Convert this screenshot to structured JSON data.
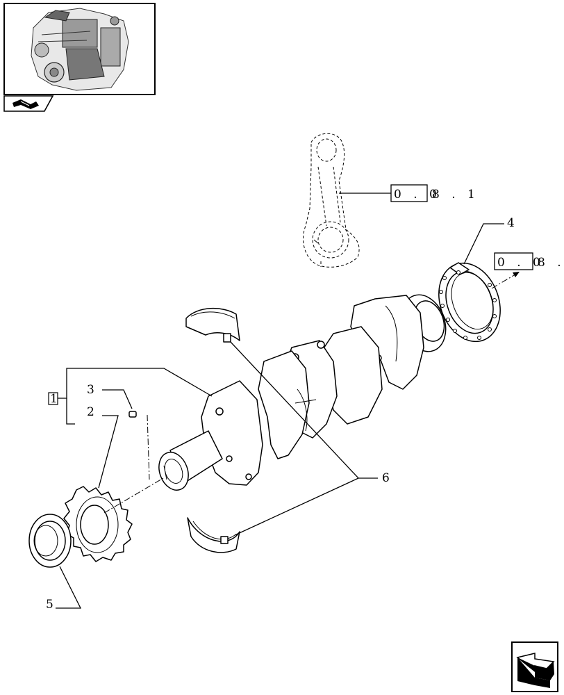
{
  "labels": {
    "item_1": "1",
    "item_2": "2",
    "item_3": "3",
    "item_4": "4",
    "item_5": "5",
    "item_6": "6"
  },
  "references": {
    "conrod_box": "0 . 0",
    "conrod_suffix": "8 . 1",
    "flywheel_box": "0 . 0",
    "flywheel_suffix": "8 ."
  },
  "icons": {
    "engine_thumbnail": "engine-thumbnail-icon",
    "book": "open-book-icon",
    "next_page": "next-page-arrow-icon"
  }
}
